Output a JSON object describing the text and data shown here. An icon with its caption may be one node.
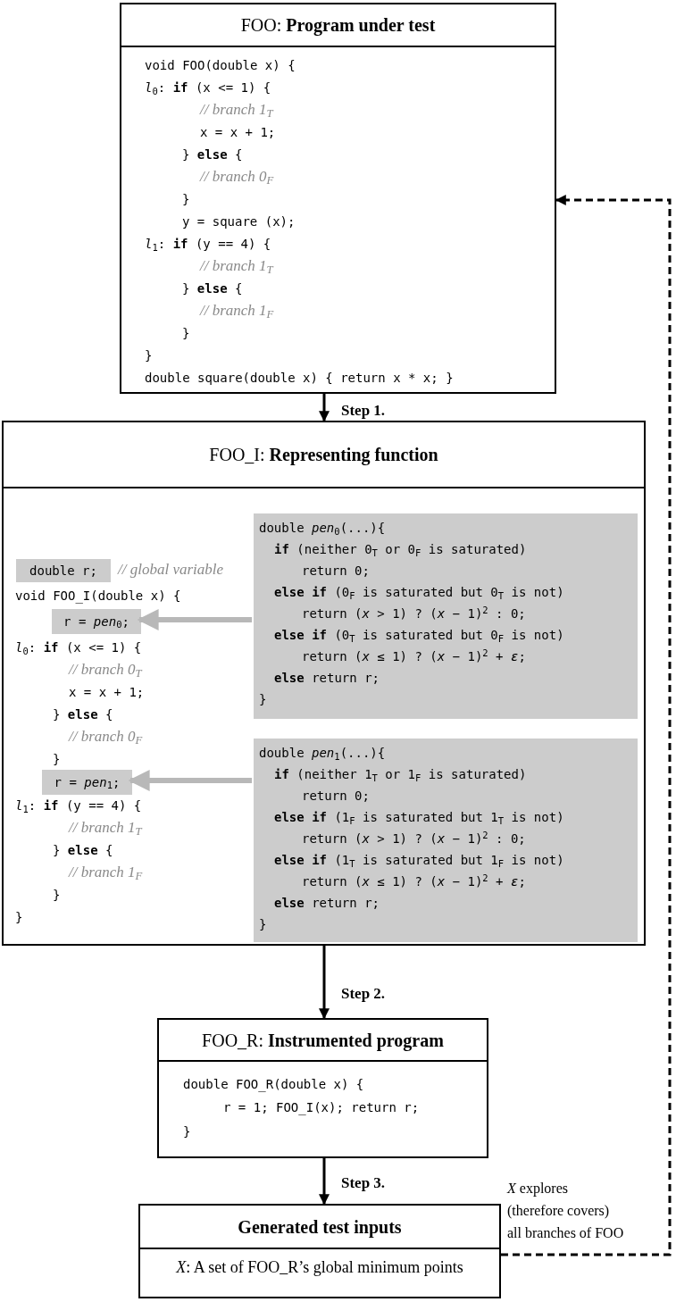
{
  "diagram": {
    "nodes": [
      {
        "text": [
          "FOO: **Program under test**",
          "void FOO(double x) {",
          "*l*$_{0}$: **if** (x <= 1) {",
          "// branch 1$_{T}$",
          "x = x + 1;",
          "} **else** {",
          "// branch 0$_{F}$",
          "}",
          "y = square (x);",
          "*l*$_{1}$: **if** (y == 4) {",
          "// branch 1$_{T}$",
          "} **else** {",
          "// branch 1$_{F}$",
          "}",
          "}",
          "double square(double x) { return x * x; }"
        ]
      },
      {
        "text": [
          "FOO_I: **Representing function**",
          "// global variable",
          "void FOO_I(double x) {",
          "*l*$_{0}$: **if** (x <= 1) {",
          "// branch 0$_{T}$",
          "x = x + 1;",
          "} **else** {",
          "// branch 0$_{F}$",
          "}",
          "*l*$_{1}$: **if** (y == 4) {",
          "// branch 1$_{T}$",
          "} **else** {",
          "// branch 1$_{F}$",
          "}",
          "}"
        ]
      },
      {
        "text": [
          "double r;"
        ],
        "in": 1
      },
      {
        "text": [
          "r = *pen*$_{0}$;"
        ],
        "in": 1
      },
      {
        "text": [
          "r = *pen*$_{1}$;"
        ],
        "in": 1
      },
      {
        "text": [
          "double *pen*$_{0}$(...){",
          "**if** (neither 0$_{T}$ or 0$_{F}$ is saturated)",
          "return 0;",
          "**else if** (0$_{F}$ is saturated but 0$_{T}$ is not)",
          "return (*x* > 1) ? (*x* − 1)$^{2}$ : 0;",
          "**else if** (0$_{T}$ is saturated but 0$_{F}$ is not)",
          "return (*x* ≤ 1) ? (*x* − 1)$^{2}$ + *ε*;",
          "**else** return r;",
          "}"
        ],
        "in": 1
      },
      {
        "text": [
          "double *pen*$_{1}$(...){",
          "**if** (neither 1$_{T}$ or 1$_{F}$ is saturated)",
          "return 0;",
          "**else if** (1$_{F}$ is saturated but 1$_{T}$ is not)",
          "return (*x* > 1) ? (*x* − 1)$^{2}$ : 0;",
          "**else if** (1$_{T}$ is saturated but 1$_{F}$ is not)",
          "return (*x* ≤ 1) ? (*x* − 1)$^{2}$ + *ε*;",
          "**else** return r;",
          "}"
        ],
        "in": 1
      },
      {
        "text": [
          "FOO_R: **Instrumented program**",
          "double FOO_R(double x) {",
          "r = 1; FOO_I(x); return r;",
          "}"
        ]
      },
      {
        "text": [
          "Generated test inputs",
          "*X*: A set of FOO_R’s global minimum points"
        ]
      }
    ],
    "edges": [
      {
        "from": 0,
        "to": 1,
        "arrow": "to",
        "label": "Step 1."
      },
      {
        "from": 1,
        "to": 7,
        "arrow": "to",
        "label": "Step 2."
      },
      {
        "from": 7,
        "to": 8,
        "arrow": "to",
        "label": "Step 3."
      },
      {
        "from": 5,
        "to": 3,
        "arrow": "to",
        "style": "thick",
        "color": "#b8b8b8"
      },
      {
        "from": 6,
        "to": 4,
        "arrow": "to",
        "style": "thick",
        "color": "#b8b8b8"
      },
      {
        "from": 8,
        "to": 0,
        "arrow": "to",
        "style": "dashed",
        "label": "*X* explores (therefore covers) all branches of FOO"
      }
    ]
  }
}
